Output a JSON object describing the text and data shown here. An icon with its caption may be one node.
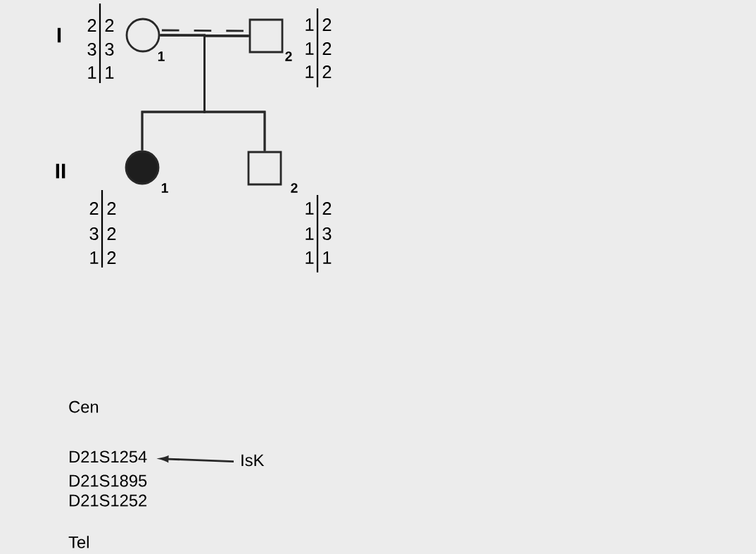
{
  "diagram": {
    "nodes": [
      {
        "text": [],
        "shape": "circle",
        "beside": [
          "1",
          "2",
          "2",
          "3",
          "3",
          "1",
          "1"
        ]
      },
      {
        "text": [],
        "shape": "box",
        "beside": [
          "2",
          "1",
          "2",
          "1",
          "2",
          "1",
          "2"
        ]
      },
      {
        "text": [],
        "shape": "circle",
        "beside": [
          "1",
          "2",
          "2",
          "3",
          "2",
          "1",
          "2"
        ]
      },
      {
        "text": [],
        "shape": "box",
        "beside": [
          "2",
          "1",
          "2",
          "1",
          "3",
          "1",
          "1"
        ]
      },
      {
        "text": [
          "IsK"
        ]
      },
      {
        "text": [
          "D21S1254"
        ]
      }
    ],
    "edges": [
      {
        "from": 0,
        "to": 1,
        "arrow": "none"
      },
      {
        "from": 0,
        "to": 1,
        "arrow": "none",
        "style": "dashed"
      },
      {
        "from": 0,
        "to": 2,
        "arrow": "none"
      },
      {
        "from": 0,
        "to": 3,
        "arrow": "none"
      },
      {
        "from": 1,
        "to": 2,
        "arrow": "none"
      },
      {
        "from": 1,
        "to": 3,
        "arrow": "none"
      },
      {
        "from": 4,
        "to": 5,
        "arrow": "to"
      }
    ],
    "labels": [
      "I",
      "II",
      "Cen",
      "D21S1895",
      "D21S1252",
      "Tel"
    ]
  }
}
